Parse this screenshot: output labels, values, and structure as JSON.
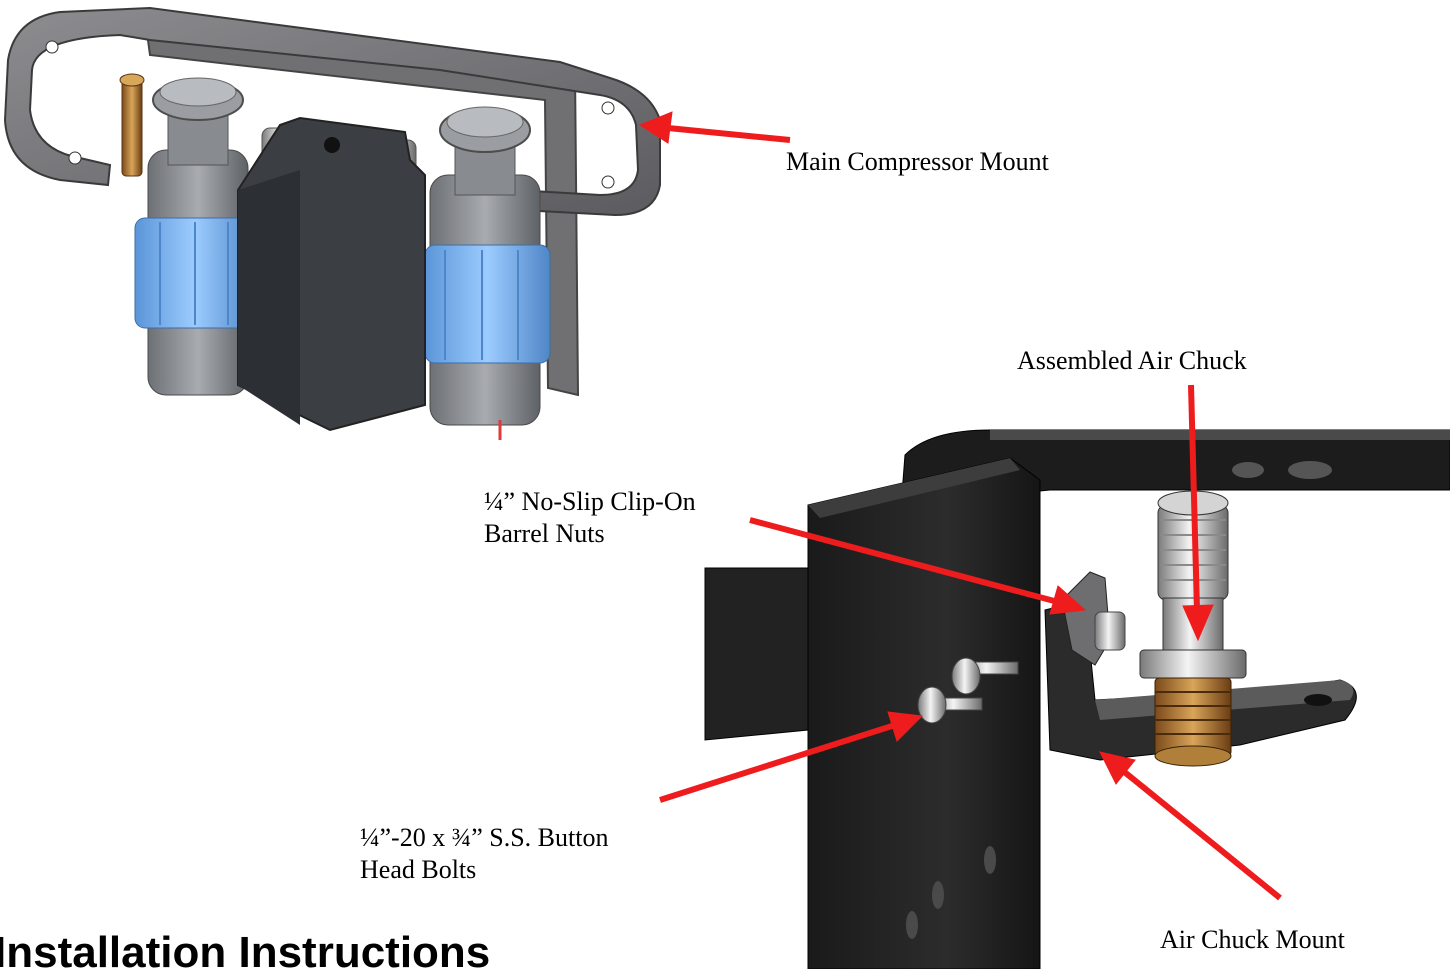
{
  "callouts": {
    "main_mount": "Main Compressor Mount",
    "air_chuck": "Assembled Air Chuck",
    "barrel_nuts_line1": "¼” No-Slip Clip-On",
    "barrel_nuts_line2": "Barrel Nuts",
    "bolts_line1": "¼”-20 x ¾” S.S. Button",
    "bolts_line2": "Head Bolts",
    "chuck_mount": "Air Chuck Mount"
  },
  "heading": "Installation Instructions",
  "colors": {
    "arrow": "#ee1c1c",
    "plate": "#6e6e70",
    "compressor_blue": "#7fb8f5",
    "compressor_gray": "#8a8d91",
    "dark_bracket": "#222222",
    "brass": "#c89a3c"
  }
}
